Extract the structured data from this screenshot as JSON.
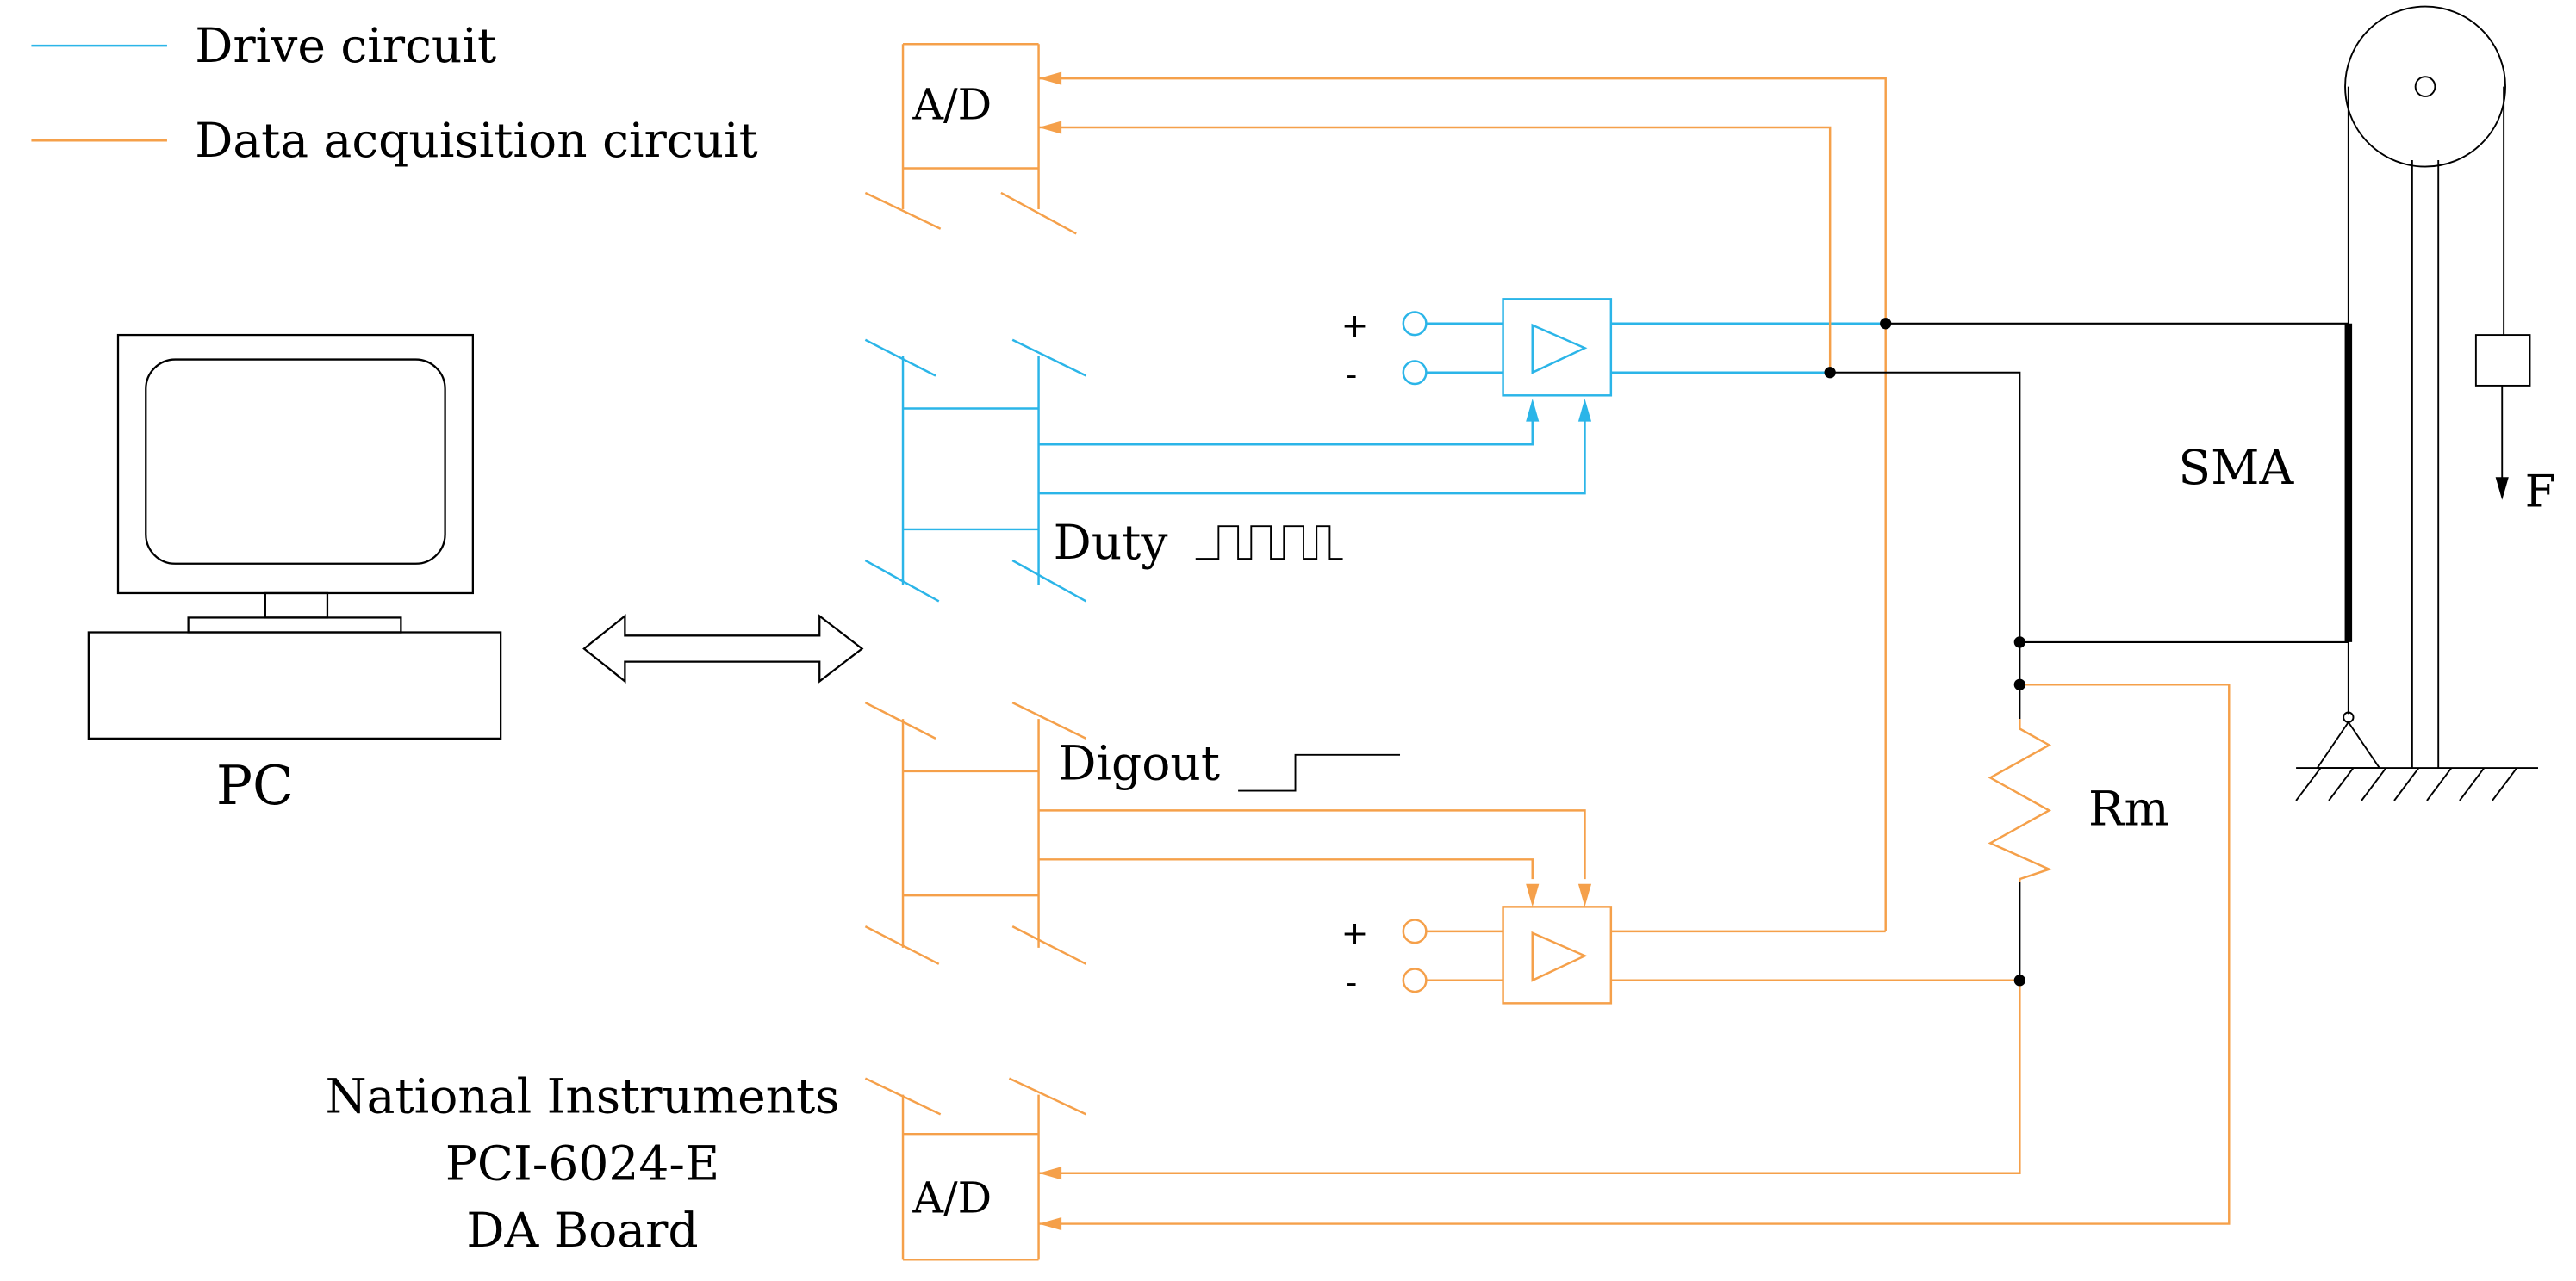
{
  "colors": {
    "drive": "#2bb5e8",
    "data": "#f5a04a",
    "wire": "#000000",
    "background": "#ffffff"
  },
  "legend": {
    "drive_label": "Drive circuit",
    "data_label": "Data acquisition circuit"
  },
  "labels": {
    "ad_top": "A/D",
    "ad_bottom": "A/D",
    "pc": "PC",
    "board_line1": "National Instruments",
    "board_line2": "PCI-6024-E",
    "board_line3": "DA Board",
    "duty": "Duty",
    "digout": "Digout",
    "sma": "SMA",
    "rm": "Rm",
    "force": "F",
    "amp_top_plus": "+",
    "amp_top_minus": "-",
    "amp_bottom_plus": "+",
    "amp_bottom_minus": "-"
  },
  "icons": {
    "computer": "pc-monitor-icon",
    "link": "double-arrow-icon",
    "amplifier": "triangle-amplifier-icon",
    "resistor": "zigzag-resistor-icon",
    "pulley": "pulley-icon"
  }
}
